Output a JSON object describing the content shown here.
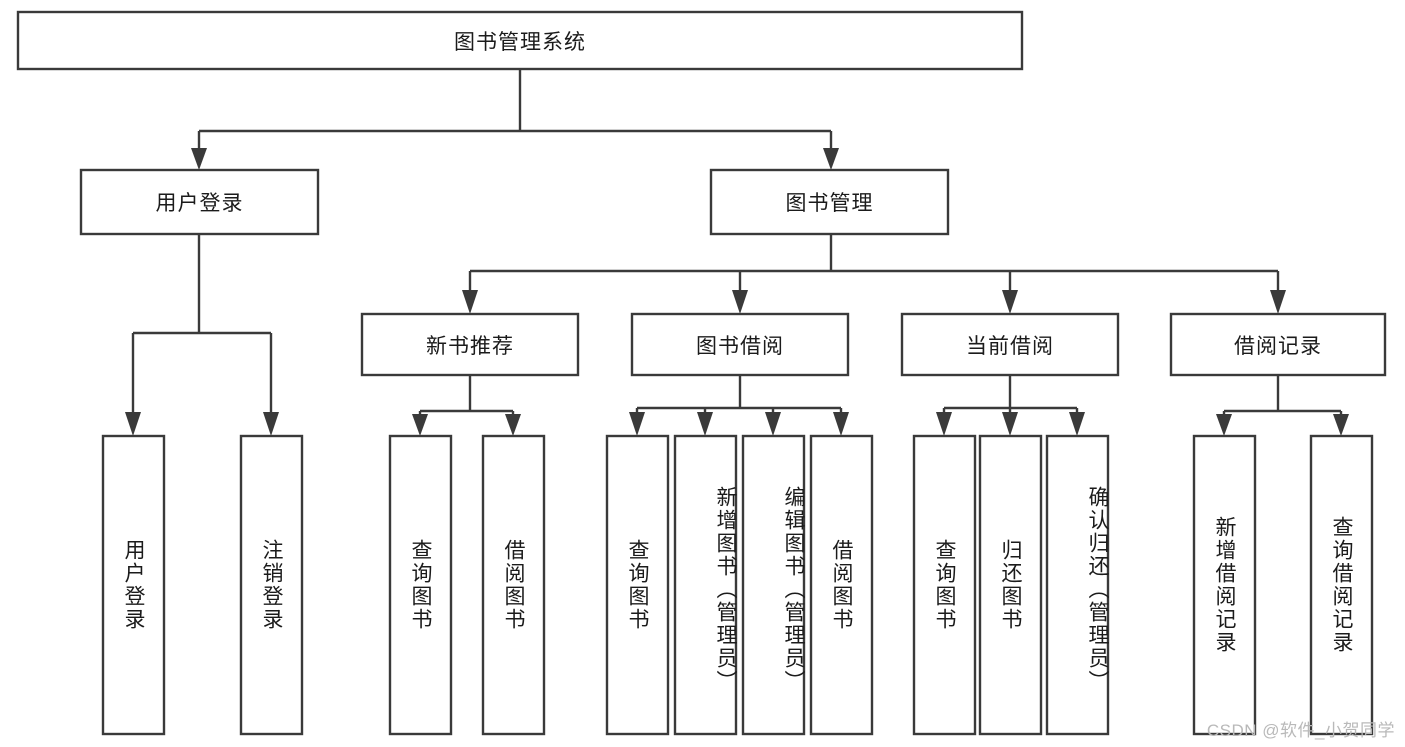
{
  "diagram": {
    "type": "tree",
    "title": "图书管理系统",
    "orientation": "top-down",
    "root": {
      "label": "图书管理系统",
      "children": [
        {
          "label": "用户登录",
          "children": [
            {
              "label": "用户登录"
            },
            {
              "label": "注销登录"
            }
          ]
        },
        {
          "label": "图书管理",
          "children": [
            {
              "label": "新书推荐",
              "children": [
                {
                  "label": "查询图书"
                },
                {
                  "label": "借阅图书"
                }
              ]
            },
            {
              "label": "图书借阅",
              "children": [
                {
                  "label": "查询图书"
                },
                {
                  "label": "新增图书（管理员）"
                },
                {
                  "label": "编辑图书（管理员）"
                },
                {
                  "label": "借阅图书"
                }
              ]
            },
            {
              "label": "当前借阅",
              "children": [
                {
                  "label": "查询图书"
                },
                {
                  "label": "归还图书"
                },
                {
                  "label": "确认归还（管理员）"
                }
              ]
            },
            {
              "label": "借阅记录",
              "children": [
                {
                  "label": "新增借阅记录"
                },
                {
                  "label": "查询借阅记录"
                }
              ]
            }
          ]
        }
      ]
    }
  },
  "nodes": {
    "root": "图书管理系统",
    "l1_user_login": "用户登录",
    "l1_book_manage": "图书管理",
    "l2_user_login": "用户登录",
    "l2_logout": "注销登录",
    "l2_new_book_rec": "新书推荐",
    "l2_book_borrow": "图书借阅",
    "l2_current_borrow": "当前借阅",
    "l2_borrow_record": "借阅记录",
    "l3_rec_query": "查询图书",
    "l3_rec_borrow": "借阅图书",
    "l3_borrow_query": "查询图书",
    "l3_borrow_add": "新增图书（管理员）",
    "l3_borrow_edit": "编辑图书（管理员）",
    "l3_borrow_borrow": "借阅图书",
    "l3_cur_query": "查询图书",
    "l3_cur_return": "归还图书",
    "l3_cur_confirm": "确认归还（管理员）",
    "l3_rec_add": "新增借阅记录",
    "l3_rec_query2": "查询借阅记录"
  },
  "colors": {
    "stroke": "#3a3a3a",
    "fill": "#ffffff",
    "text": "#1b1b1b",
    "watermark": "#b9b9b9",
    "background": "#ffffff"
  },
  "watermark": {
    "text": "CSDN @软件_小贺同学"
  }
}
